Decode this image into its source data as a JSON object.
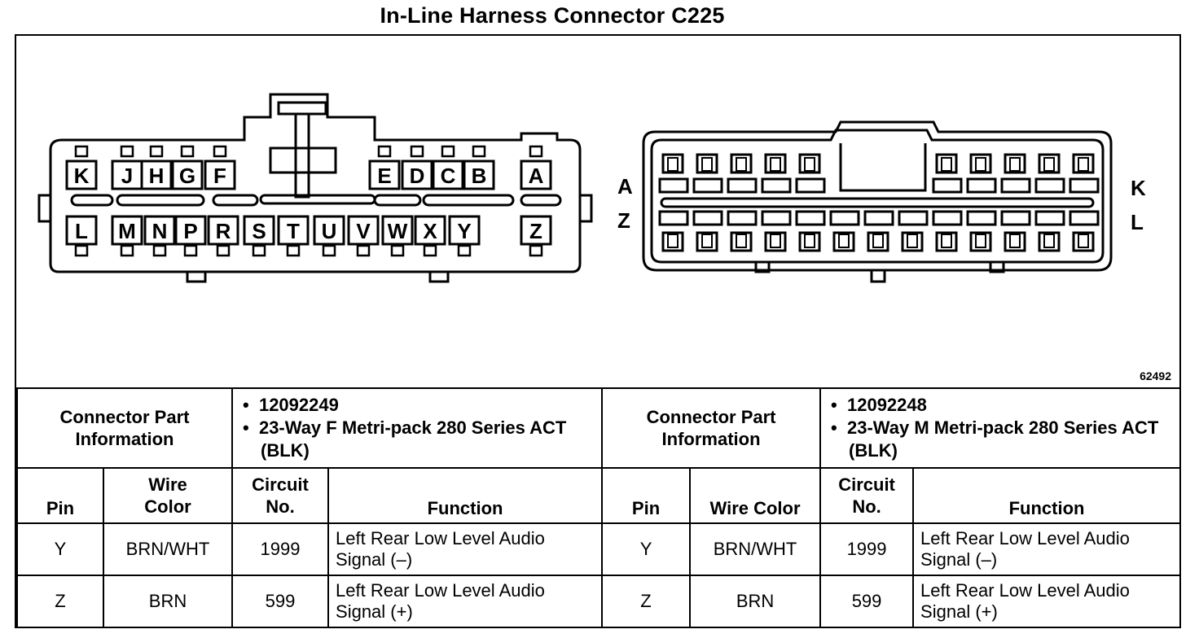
{
  "title": "In-Line Harness Connector C225",
  "figure_id": "62492",
  "female_connector": {
    "row_top": [
      "K",
      "J",
      "H",
      "G",
      "F",
      "E",
      "D",
      "C",
      "B",
      "A"
    ],
    "row_bottom": [
      "L",
      "M",
      "N",
      "P",
      "R",
      "S",
      "T",
      "U",
      "V",
      "W",
      "X",
      "Y",
      "Z"
    ]
  },
  "male_connector": {
    "labels": {
      "top_left": "A",
      "bottom_left": "Z",
      "top_right": "K",
      "bottom_right": "L"
    }
  },
  "left_table": {
    "part_info_label": "Connector Part Information",
    "part_bullets": [
      "12092249",
      "23-Way F Metri-pack 280 Series ACT (BLK)"
    ],
    "headers": {
      "pin": "Pin",
      "wire_color": "Wire Color",
      "circuit": "Circuit No.",
      "function": "Function"
    },
    "rows": [
      {
        "pin": "Y",
        "wire_color": "BRN/WHT",
        "circuit": "1999",
        "function": "Left Rear Low Level Audio Signal (–)"
      },
      {
        "pin": "Z",
        "wire_color": "BRN",
        "circuit": "599",
        "function": "Left Rear Low Level Audio Signal (+)"
      }
    ]
  },
  "right_table": {
    "part_info_label": "Connector Part Information",
    "part_bullets": [
      "12092248",
      "23-Way M Metri-pack 280 Series ACT (BLK)"
    ],
    "headers": {
      "pin": "Pin",
      "wire_color": "Wire Color",
      "circuit": "Circuit No.",
      "function": "Function"
    },
    "rows": [
      {
        "pin": "Y",
        "wire_color": "BRN/WHT",
        "circuit": "1999",
        "function": "Left Rear Low Level Audio Signal (–)"
      },
      {
        "pin": "Z",
        "wire_color": "BRN",
        "circuit": "599",
        "function": "Left Rear Low Level Audio Signal (+)"
      }
    ]
  }
}
